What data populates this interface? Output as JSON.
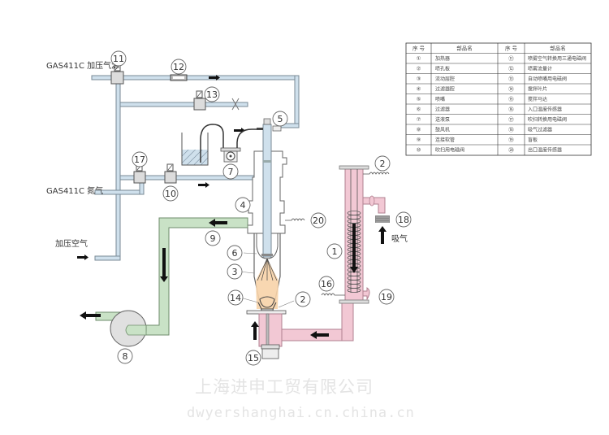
{
  "labels": {
    "pressurized_gas_source": "GAS411C 加压气源",
    "nitrogen": "GAS411C 氮气",
    "pressurized_air": "加压空气",
    "suction_air": "吸气"
  },
  "callouts": [
    "1",
    "2",
    "3",
    "4",
    "5",
    "6",
    "7",
    "8",
    "9",
    "10",
    "11",
    "12",
    "13",
    "14",
    "15",
    "16",
    "17",
    "18",
    "19",
    "20",
    "2"
  ],
  "parts_table": {
    "headers": [
      "序  号",
      "部品名",
      "序  号",
      "部品名"
    ],
    "rows": [
      {
        "no_left": "①",
        "name_left": "加热器",
        "no_right": "⑪",
        "name_right": "喷雾空气转换用三通电磁阀"
      },
      {
        "no_left": "②",
        "name_left": "喷孔板",
        "no_right": "⑫",
        "name_right": "喷雾流量计"
      },
      {
        "no_left": "③",
        "name_left": "流动层腔",
        "no_right": "⑬",
        "name_right": "自动喷嘴用电磁阀"
      },
      {
        "no_left": "④",
        "name_left": "过滤器腔",
        "no_right": "⑭",
        "name_right": "搅拌叶片"
      },
      {
        "no_left": "⑤",
        "name_left": "喷嘴",
        "no_right": "⑮",
        "name_right": "搅拌马达"
      },
      {
        "no_left": "⑥",
        "name_left": "过滤器",
        "no_right": "⑯",
        "name_right": "入口温度传感器"
      },
      {
        "no_left": "⑦",
        "name_left": "送液泵",
        "no_right": "⑰",
        "name_right": "吹扫转换用电磁阀"
      },
      {
        "no_left": "⑧",
        "name_left": "鼓风机",
        "no_right": "⑱",
        "name_right": "吸气过滤器"
      },
      {
        "no_left": "⑨",
        "name_left": "连接软管",
        "no_right": "⑲",
        "name_right": "盲板"
      },
      {
        "no_left": "⑩",
        "name_left": "吹扫用电磁阀",
        "no_right": "⑳",
        "name_right": "出口温度传感器"
      }
    ]
  },
  "watermark": {
    "company": "上海进申工贸有限公司",
    "url": "dwyershanghai.cn.china.cn"
  },
  "colors": {
    "gas_pipe": "#cfe0ec",
    "exhaust_pipe": "#c9e2c6",
    "heater_pipe": "#f2c8d4",
    "product": "#f7d3a8"
  }
}
